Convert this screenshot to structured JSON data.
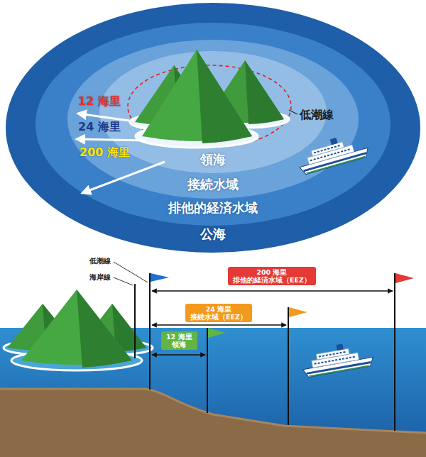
{
  "diagram": {
    "nodes": [
      {
        "text": [
          "公海"
        ]
      },
      {
        "text": [
          "排他的経済水域"
        ],
        "in": 0
      },
      {
        "text": [
          "接続水域"
        ],
        "in": 1
      },
      {
        "text": [
          "領海"
        ],
        "in": 2
      },
      {
        "text": [
          "200 海里",
          "排他的経済水域（EEZ）"
        ]
      },
      {
        "text": [
          "24 海里",
          "接続水域（EEZ）"
        ]
      },
      {
        "text": [
          "12 海里",
          "領海"
        ]
      }
    ],
    "labels": [
      "12 海里",
      "24 海里",
      "200 海里",
      "低潮線",
      "低潮線",
      "海岸線"
    ]
  }
}
